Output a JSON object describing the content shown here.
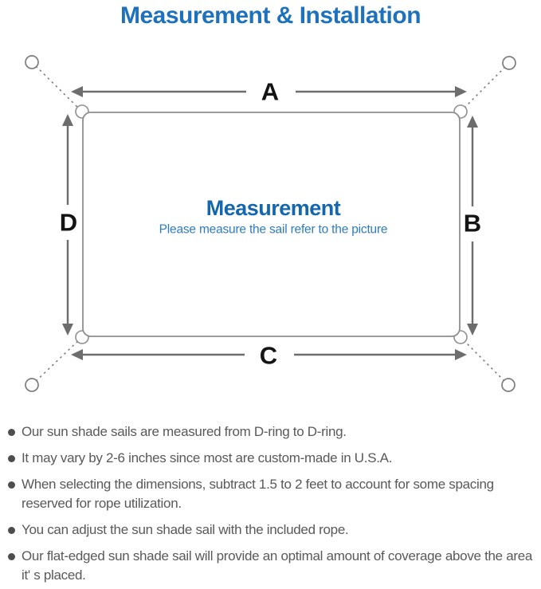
{
  "header": {
    "title": "Measurement & Installation",
    "title_color": "#1e72bd"
  },
  "diagram": {
    "dimension_labels": {
      "top": "A",
      "right": "B",
      "bottom": "C",
      "left": "D"
    },
    "center": {
      "title": "Measurement",
      "subtitle": "Please measure the sail refer to the picture"
    },
    "colors": {
      "sail_border_gray": "#8f8f8f",
      "dashed_line_gray": "#7d7d7d",
      "arrow_gray": "#6d6d6d",
      "label_black": "#141414",
      "center_title_blue": "#1467ad",
      "center_subtitle_blue": "#2e7cc2"
    }
  },
  "notes": {
    "text_color": "#595959",
    "items": [
      "Our sun shade sails are measured from D-ring to D-ring.",
      "It may vary by 2-6 inches since most are custom-made in U.S.A.",
      "When selecting the dimensions, subtract 1.5 to 2 feet to account for some spacing reserved for rope utilization.",
      "You can adjust the sun shade sail with the included rope.",
      "Our flat-edged sun shade sail will provide an optimal amount of coverage above the area it' s placed."
    ]
  }
}
